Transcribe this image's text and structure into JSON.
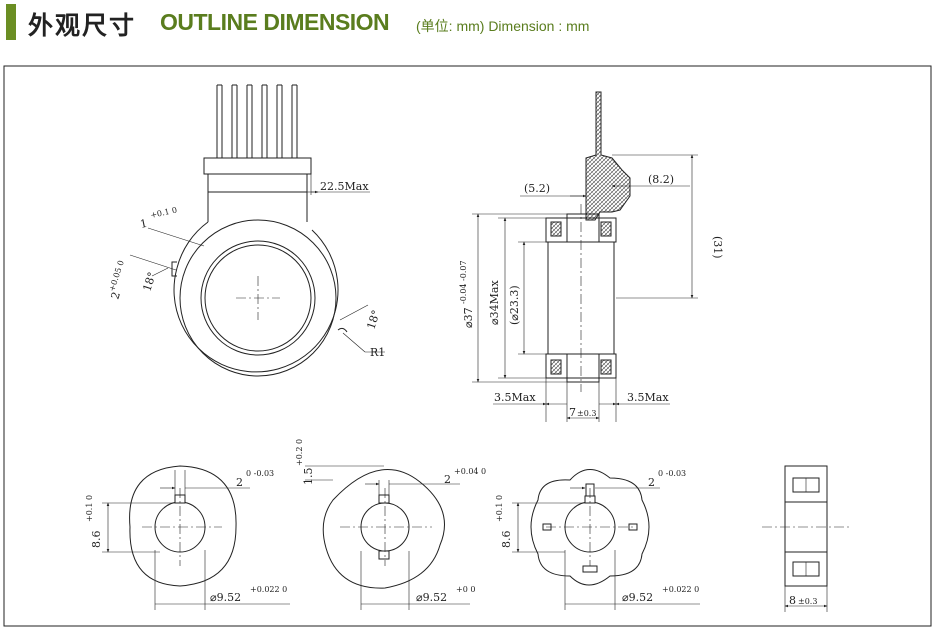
{
  "header": {
    "title_cn": "外观尺寸",
    "title_en": "OUTLINE DIMENSION",
    "subtitle": "(单位: mm) Dimension : mm",
    "accent_color": "#6b8e23",
    "title_color": "#5a7d1e"
  },
  "top_left_view": {
    "dim_width": "22.5Max",
    "dim_slot_width": "1",
    "dim_slot_width_tol": "+0.1 0",
    "dim_slot_depth": "2",
    "dim_slot_depth_tol": "+0.05 0",
    "angle_left": "18°",
    "angle_right": "18°",
    "radius": "R1"
  },
  "side_view": {
    "dim_lead_offset": "(5.2)",
    "dim_lead_width": "(8.2)",
    "dim_height": "(31)",
    "dim_outer_dia": "⌀37",
    "dim_outer_dia_tol": "-0.04 -0.07",
    "dim_dia_max": "⌀34Max",
    "dim_inner_dia": "(⌀23.3)",
    "dim_left": "3.5Max",
    "dim_center": "7",
    "dim_center_tol": "±0.3",
    "dim_right": "3.5Max"
  },
  "bottom_views": [
    {
      "key_width": "2",
      "key_width_tol": "0 -0.03",
      "key_height": "8.6",
      "key_height_tol": "+0.1 0",
      "bore": "⌀9.52",
      "bore_tol": "+0.022 0"
    },
    {
      "key_width": "2",
      "key_width_tol": "+0.04 0",
      "key_height": "1.5",
      "key_height_tol": "+0.2 0",
      "bore": "⌀9.52",
      "bore_tol": "+0 0"
    },
    {
      "key_width": "2",
      "key_width_tol": "0 -0.03",
      "key_height": "8.6",
      "key_height_tol": "+0.1 0",
      "bore": "⌀9.52",
      "bore_tol": "+0.022 0"
    },
    {
      "width": "8",
      "width_tol": "±0.3"
    }
  ]
}
